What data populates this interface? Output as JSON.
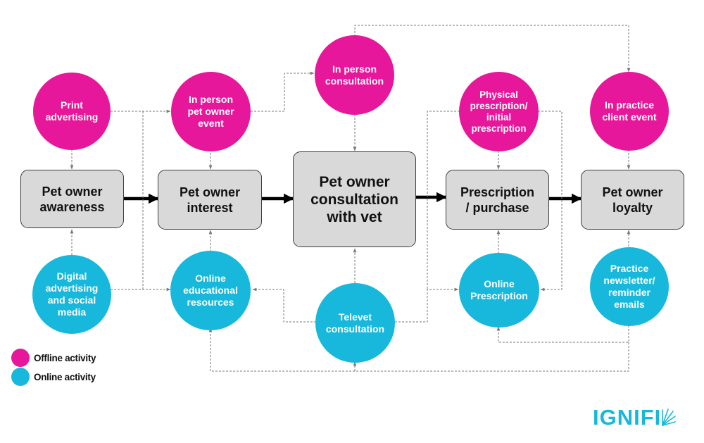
{
  "offline_activities": {
    "print_advertising": "Print\nadvertising",
    "in_person_event": "In person\npet owner\nevent",
    "in_person_consultation": "In person\nconsultation",
    "physical_prescription": "Physical\nprescription/\ninitial\nprescription",
    "in_practice_event": "In practice\nclient event"
  },
  "journey_stages": {
    "awareness": "Pet owner\nawareness",
    "interest": "Pet owner\ninterest",
    "consultation": "Pet owner\nconsultation\nwith vet",
    "prescription": "Prescription\n/ purchase",
    "loyalty": "Pet owner\nloyalty"
  },
  "online_activities": {
    "digital_advertising": "Digital\nadvertising\nand social\nmedia",
    "online_educational": "Online\neducational\nresources",
    "televet": "Televet\nconsultation",
    "online_prescription": "Online\nPrescription",
    "practice_newsletter": "Practice\nnewsletter/\nreminder\nemails"
  },
  "legend": {
    "offline_label": "Offline activity",
    "online_label": "Online activity"
  },
  "colors": {
    "offline": "#e6179a",
    "online": "#17b8db",
    "stage_fill": "#d9d9d9",
    "arrow": "#000000",
    "connector": "#7a7a7a"
  },
  "logo": {
    "text": "IGNIFI",
    "icon": "spark-burst-icon"
  }
}
